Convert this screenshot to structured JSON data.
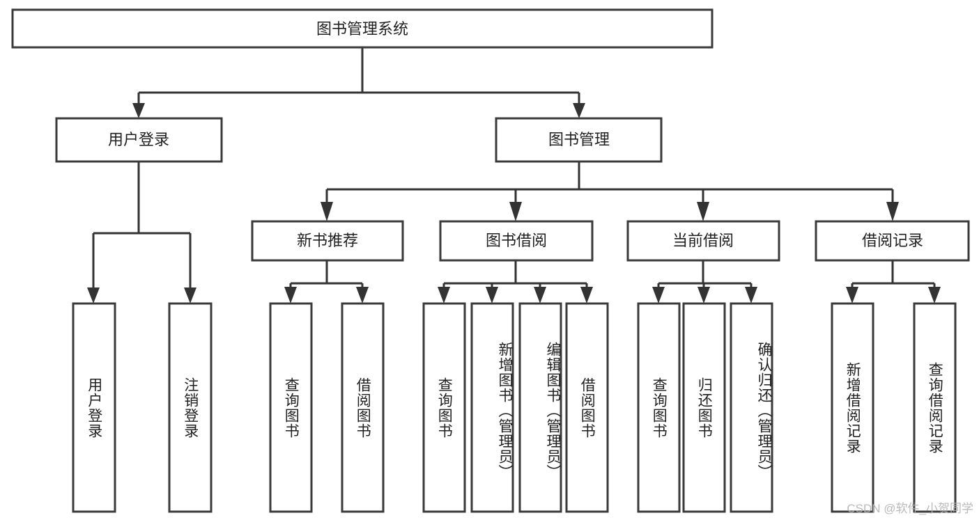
{
  "diagram": {
    "title": "图书管理系统",
    "type": "tree-hierarchy-chart",
    "watermark": "CSDN @软件_小贺同学",
    "root": {
      "id": "root",
      "label": "图书管理系统"
    },
    "level1": [
      {
        "id": "user-login",
        "label": "用户登录"
      },
      {
        "id": "book-manage",
        "label": "图书管理"
      }
    ],
    "level2": [
      {
        "id": "new-book-recommend",
        "label": "新书推荐",
        "parent": "book-manage"
      },
      {
        "id": "book-borrow",
        "label": "图书借阅",
        "parent": "book-manage"
      },
      {
        "id": "current-borrow",
        "label": "当前借阅",
        "parent": "book-manage"
      },
      {
        "id": "borrow-record",
        "label": "借阅记录",
        "parent": "book-manage"
      }
    ],
    "leaves": {
      "user-login": [
        {
          "id": "leaf-user-login",
          "label": "用户登录"
        },
        {
          "id": "leaf-user-logout",
          "label": "注销登录"
        }
      ],
      "new-book-recommend": [
        {
          "id": "leaf-query-book-1",
          "label": "查询图书"
        },
        {
          "id": "leaf-borrow-book-1",
          "label": "借阅图书"
        }
      ],
      "book-borrow": [
        {
          "id": "leaf-query-book-2",
          "label": "查询图书"
        },
        {
          "id": "leaf-add-book",
          "label": "新增图书（管理员）"
        },
        {
          "id": "leaf-edit-book",
          "label": "编辑图书（管理员）"
        },
        {
          "id": "leaf-borrow-book-2",
          "label": "借阅图书"
        }
      ],
      "current-borrow": [
        {
          "id": "leaf-query-book-3",
          "label": "查询图书"
        },
        {
          "id": "leaf-return-book",
          "label": "归还图书"
        },
        {
          "id": "leaf-confirm-return",
          "label": "确认归还（管理员）"
        }
      ],
      "borrow-record": [
        {
          "id": "leaf-add-record",
          "label": "新增借阅记录"
        },
        {
          "id": "leaf-query-record",
          "label": "查询借阅记录"
        }
      ]
    },
    "colors": {
      "box_fill": "#ffffff",
      "box_stroke": "#3a3a3a",
      "connector": "#333333",
      "text": "#1f1f1f",
      "watermark": "#b4b4b4",
      "background": "#ffffff"
    }
  }
}
